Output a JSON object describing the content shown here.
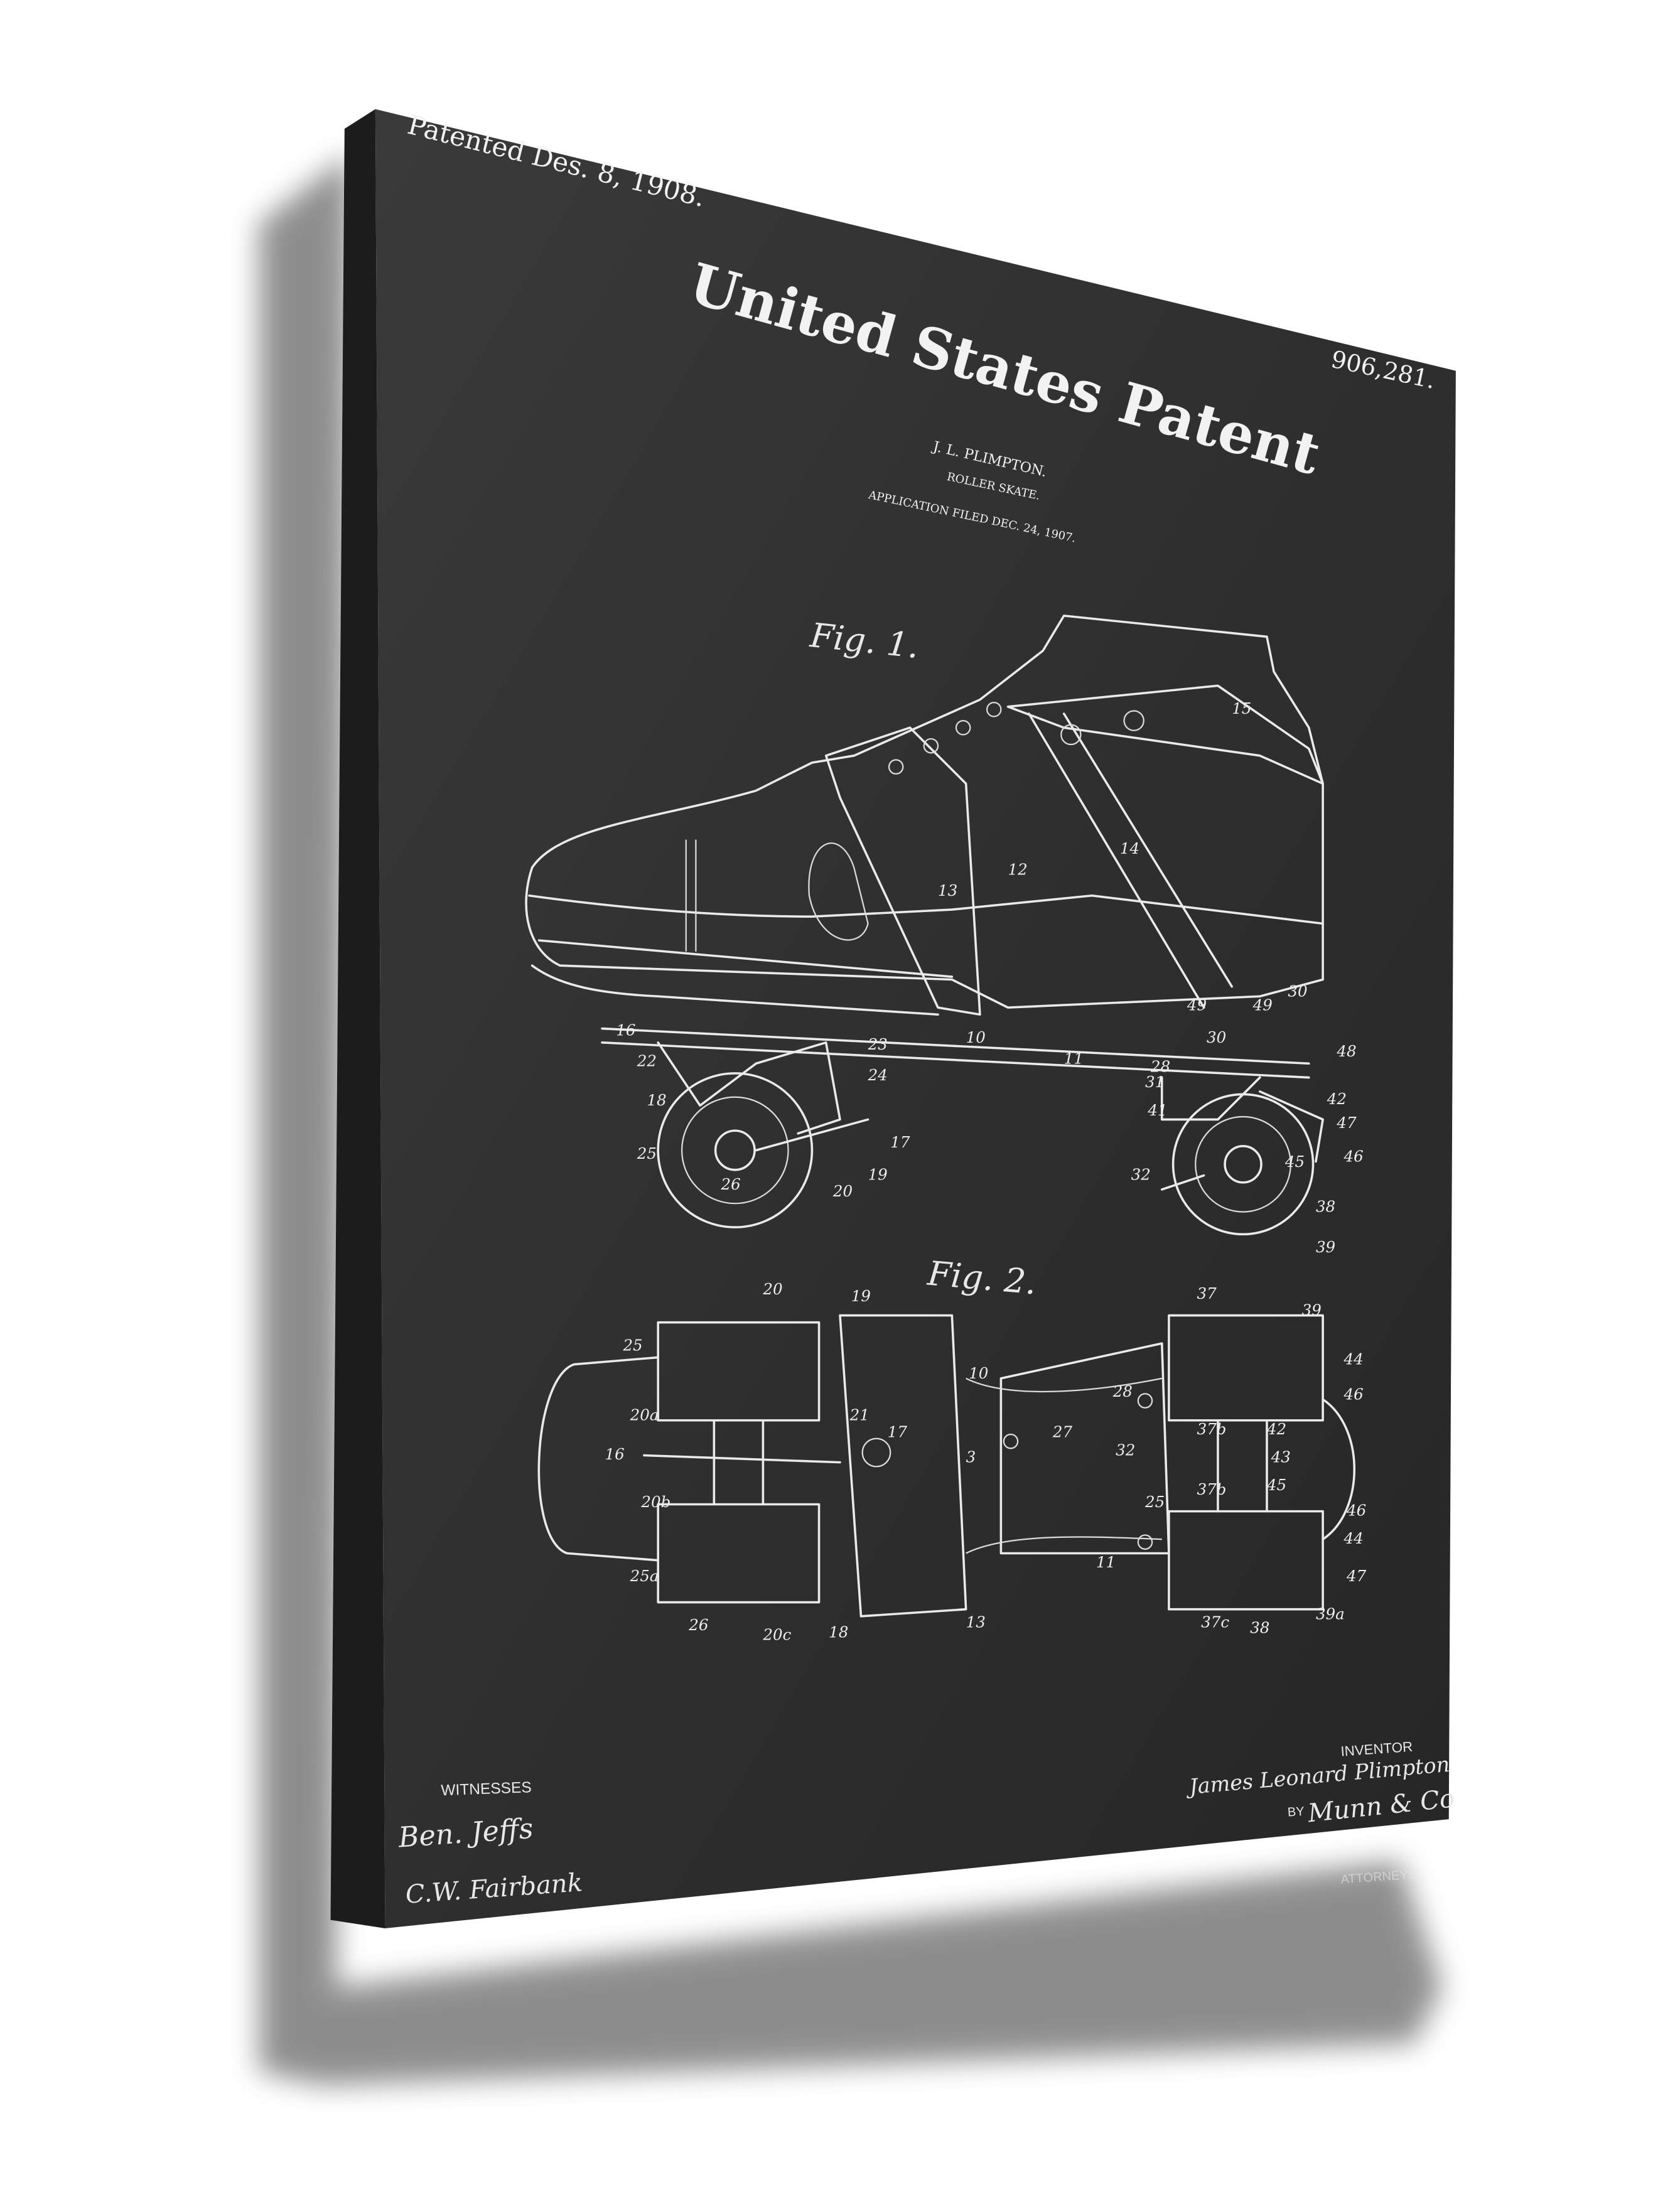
{
  "product": {
    "type": "canvas print mockup",
    "canvas_color": "#2f2f2f",
    "ink_color": "#f0f0f0",
    "shadow_color": "#6e6e6e"
  },
  "patent": {
    "patented_date": "Patented Des. 8, 1908.",
    "title": "United States Patent",
    "number": "906,281.",
    "inventor_short": "J. L. PLIMPTON.",
    "invention": "ROLLER SKATE.",
    "application": "APPLICATION FILED DEC. 24, 1907.",
    "fig1": "Fig. 1.",
    "fig2": "Fig. 2.",
    "witnesses_label": "WITNESSES",
    "witness_signatures": [
      "Ben. Jeffs",
      "C.W. Fairbank"
    ],
    "inventor_label": "INVENTOR",
    "inventor_signature": "James Leonard Plimpton",
    "by_label": "BY",
    "attorney_signature": "Munn & Co",
    "attorneys_label": "ATTORNEYS"
  },
  "part_numbers": [
    "15",
    "14",
    "12",
    "13",
    "16",
    "22",
    "23",
    "24",
    "10",
    "11",
    "28",
    "49",
    "49",
    "30",
    "30",
    "48",
    "31",
    "42",
    "41",
    "47",
    "18",
    "17",
    "25",
    "19",
    "26",
    "20",
    "32",
    "46",
    "45",
    "38",
    "39",
    "20",
    "19",
    "37",
    "39",
    "25",
    "10",
    "28",
    "44",
    "46",
    "20a",
    "21",
    "17",
    "27",
    "32",
    "37b",
    "42",
    "16",
    "3",
    "43",
    "20b",
    "37b",
    "45",
    "46",
    "25",
    "11",
    "44",
    "25a",
    "47",
    "26",
    "20c",
    "18",
    "13",
    "37c",
    "38",
    "39a"
  ]
}
